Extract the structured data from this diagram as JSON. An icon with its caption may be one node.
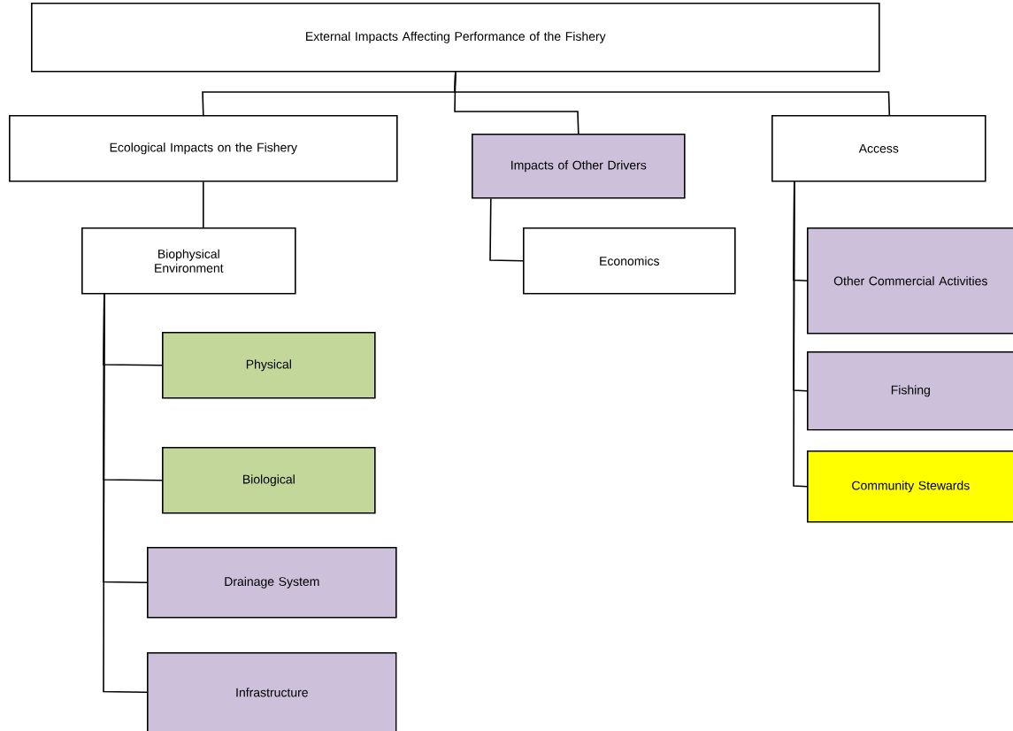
{
  "diagram": {
    "nodes": [
      {
        "text": [
          "External Impacts Affecting Performance of the Fishery"
        ]
      },
      {
        "text": [
          "Ecological Impacts on the Fishery"
        ]
      },
      {
        "text": [
          "Impacts of Other Drivers"
        ]
      },
      {
        "text": [
          "Access"
        ]
      },
      {
        "text": [
          "Biophysical Environment"
        ]
      },
      {
        "text": [
          "Economics"
        ]
      },
      {
        "text": [
          "Physical"
        ]
      },
      {
        "text": [
          "Biological"
        ]
      },
      {
        "text": [
          "Drainage System"
        ]
      },
      {
        "text": [
          "Infrastructure"
        ]
      },
      {
        "text": [
          "Other Commercial Activities"
        ]
      },
      {
        "text": [
          "Fishing"
        ]
      },
      {
        "text": [
          "Community Stewards"
        ]
      }
    ],
    "edges": [
      {
        "from": 0,
        "to": 1,
        "arrow": "none"
      },
      {
        "from": 0,
        "to": 2,
        "arrow": "none"
      },
      {
        "from": 0,
        "to": 3,
        "arrow": "none"
      },
      {
        "from": 1,
        "to": 4,
        "arrow": "none"
      },
      {
        "from": 2,
        "to": 5,
        "arrow": "none"
      },
      {
        "from": 4,
        "to": 6,
        "arrow": "none"
      },
      {
        "from": 4,
        "to": 7,
        "arrow": "none"
      },
      {
        "from": 4,
        "to": 8,
        "arrow": "none"
      },
      {
        "from": 4,
        "to": 9,
        "arrow": "none"
      },
      {
        "from": 3,
        "to": 10,
        "arrow": "none"
      },
      {
        "from": 3,
        "to": 11,
        "arrow": "none"
      },
      {
        "from": 3,
        "to": 12,
        "arrow": "none"
      }
    ]
  }
}
